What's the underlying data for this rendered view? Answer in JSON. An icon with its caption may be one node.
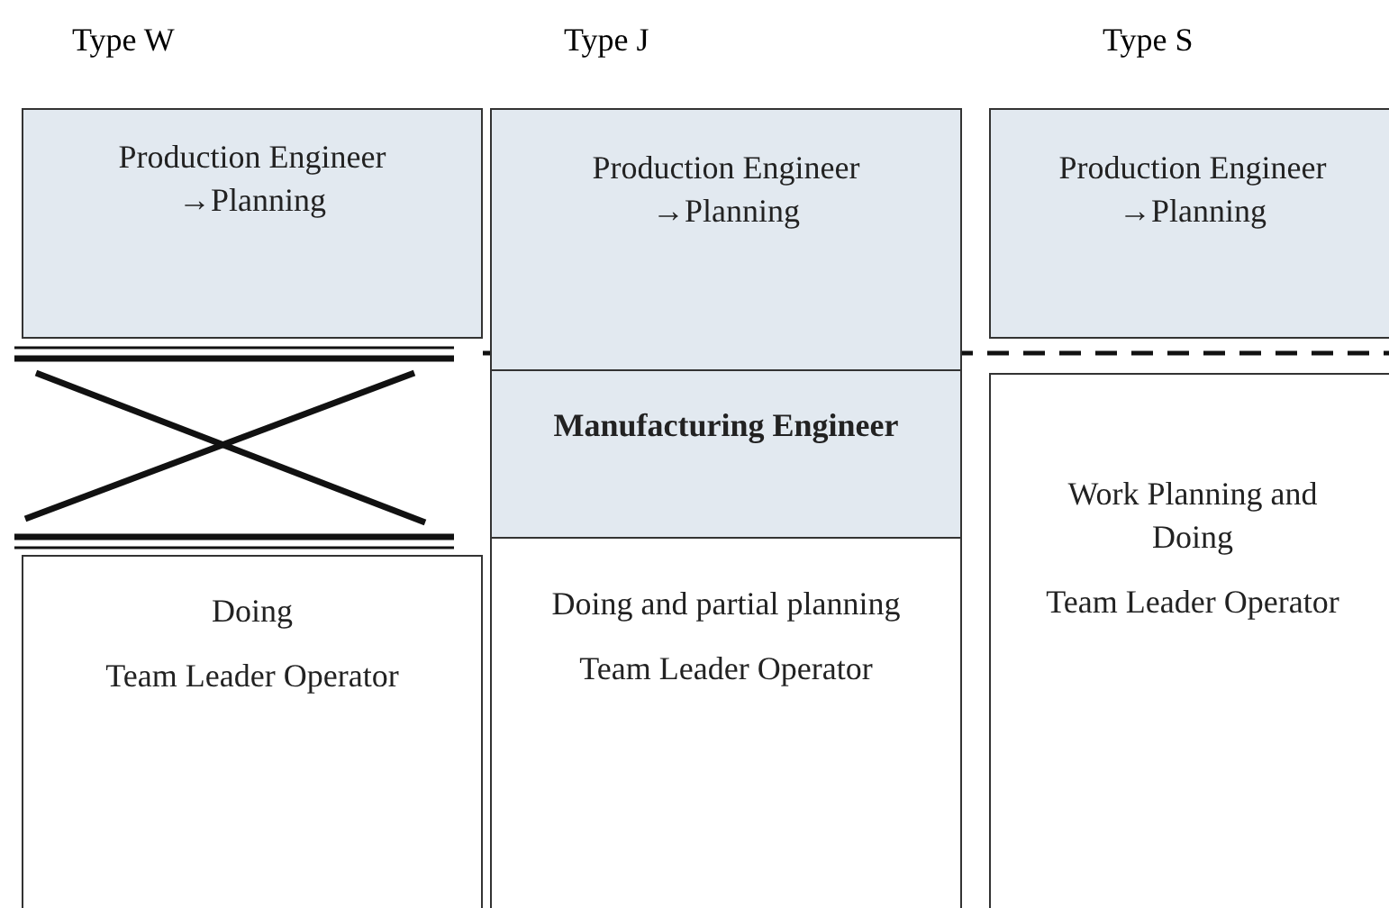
{
  "diagram": {
    "nodes": [
      {
        "text": [
          "Production Engineer →Planning"
        ]
      },
      {
        "text": [
          "Doing",
          "Team Leader Operator"
        ]
      },
      {
        "text": [
          "Production Engineer →Planning"
        ]
      },
      {
        "text": [
          "Manufacturing Engineer"
        ]
      },
      {
        "text": [
          "Doing and partial planning",
          "Team Leader Operator"
        ]
      },
      {
        "text": [
          "Production Engineer →Planning"
        ]
      },
      {
        "text": [
          "Work Planning and Doing",
          "Team Leader Operator"
        ]
      }
    ],
    "labels": [
      "Type W",
      "Type J",
      "Type S"
    ]
  }
}
